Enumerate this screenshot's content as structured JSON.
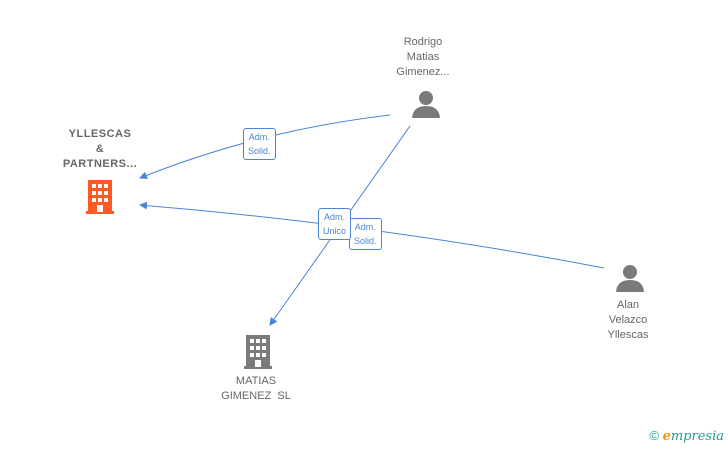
{
  "nodes": {
    "yllescas": {
      "lines": [
        "YLLESCAS",
        "&",
        "PARTNERS..."
      ],
      "type": "company",
      "color": "#ff5a24"
    },
    "rodrigo": {
      "lines": [
        "Rodrigo",
        "Matias",
        "Gimenez..."
      ],
      "type": "person"
    },
    "alan": {
      "lines": [
        "Alan",
        "Velazco",
        "Yllescas"
      ],
      "type": "person"
    },
    "matias": {
      "lines": [
        "MATIAS",
        "GIMENEZ  SL"
      ],
      "type": "company"
    }
  },
  "edges": [
    {
      "from": "rodrigo",
      "to": "yllescas",
      "label": [
        "Adm.",
        "Solid."
      ]
    },
    {
      "from": "rodrigo",
      "to": "matias",
      "label": [
        "Adm.",
        "Unico"
      ]
    },
    {
      "from": "alan",
      "to": "yllescas",
      "label": [
        "Adm.",
        "Solid."
      ]
    }
  ],
  "colors": {
    "edge": "#4a86d8",
    "person": "#7a7a7a",
    "company": "#7a7a7a",
    "highlight": "#ff5a24"
  },
  "footer": {
    "copyright": "©",
    "brand_initial": "e",
    "brand_rest": "mpresia"
  }
}
